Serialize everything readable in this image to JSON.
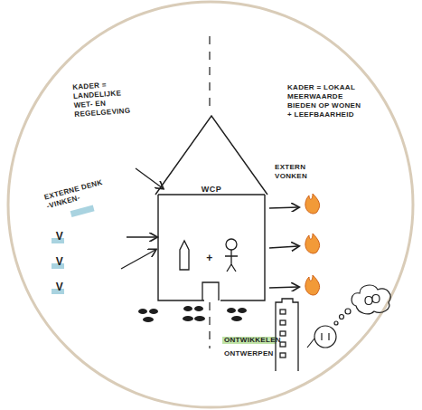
{
  "diagram": {
    "nodes": [
      {
        "text": [
          "WCP"
        ]
      }
    ],
    "labels": [
      "KADER = LANDELIJKE WET- EN REGELGEVING",
      "KADER = LOKAAL MEERWAARDE BIEDEN OP WONEN + LEEFBAARHEID",
      "EXTERNE DENK -VINKEN-",
      "V",
      "V",
      "V",
      "+",
      "EXTERN VONKEN",
      "ONTWIKKELEN",
      "ONTWERPEN"
    ]
  }
}
